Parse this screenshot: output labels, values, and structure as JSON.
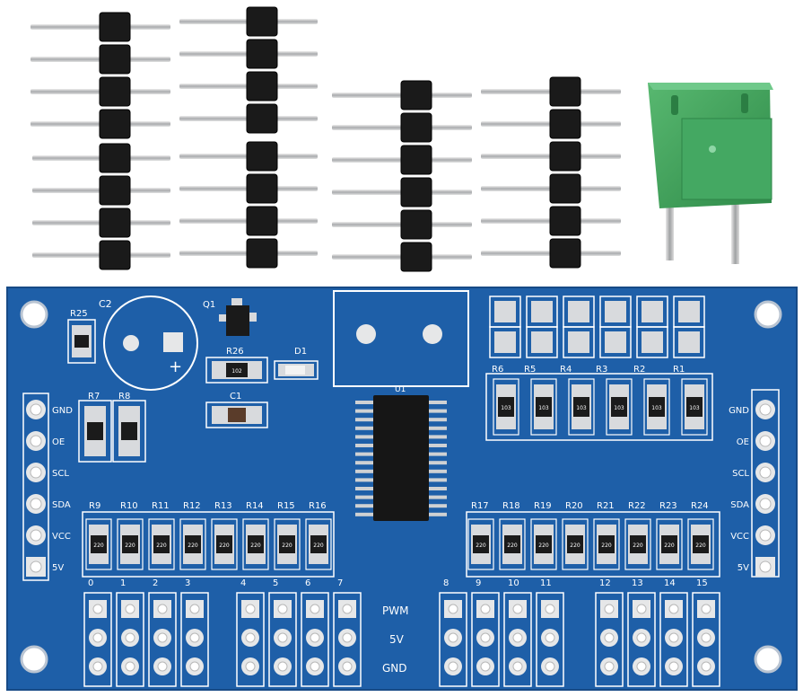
{
  "colors": {
    "pcb": "#1e5fa8",
    "pcb_dark": "#174a86",
    "silk": "#ffffff",
    "pad": "#d8dadd",
    "header_plastic": "#1a1a1a",
    "pin_metal": "#c9cbcd",
    "terminal_green": "#3ea35a"
  },
  "board": {
    "refs": {
      "r25": "R25",
      "c2": "C2",
      "q1": "Q1",
      "r26": "R26",
      "d1": "D1",
      "c1": "C1",
      "r7": "R7",
      "r8": "R8",
      "u1": "U1",
      "r1": "R1",
      "r2": "R2",
      "r3": "R3",
      "r4": "R4",
      "r5": "R5",
      "r6": "R6",
      "plus": "+"
    },
    "left_labels": [
      "GND",
      "OE",
      "SCL",
      "SDA",
      "VCC",
      "5V"
    ],
    "right_labels": [
      "GND",
      "OE",
      "SCL",
      "SDA",
      "VCC",
      "5V"
    ],
    "left_resistors": [
      "R9",
      "R10",
      "R11",
      "R12",
      "R13",
      "R14",
      "R15",
      "R16"
    ],
    "right_resistors": [
      "R17",
      "R18",
      "R19",
      "R20",
      "R21",
      "R22",
      "R23",
      "R24"
    ],
    "channels_a": [
      "0",
      "1",
      "2",
      "3"
    ],
    "channels_b": [
      "4",
      "5",
      "6",
      "7"
    ],
    "channels_c": [
      "8",
      "9",
      "10",
      "11"
    ],
    "channels_d": [
      "12",
      "13",
      "14",
      "15"
    ],
    "row_labels": {
      "pwm": "PWM",
      "v5": "5V",
      "gnd": "GND"
    },
    "smd_codes": {
      "r220": "220",
      "r103": "103",
      "r102": "102"
    }
  }
}
